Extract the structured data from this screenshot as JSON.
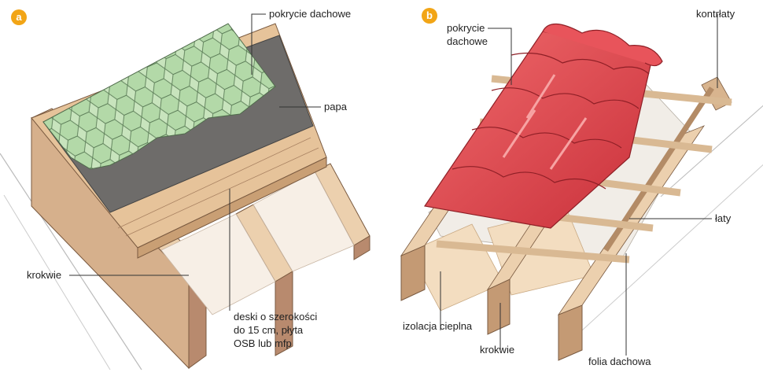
{
  "panel_a": {
    "badge": "a",
    "labels": {
      "roof_covering": "pokrycie dachowe",
      "felt": "papa",
      "rafters": "krokwie",
      "boards_line1": "deski o szerokości",
      "boards_line2": "do 15 cm, płyta",
      "boards_line3": "OSB lub mfp"
    }
  },
  "panel_b": {
    "badge": "b",
    "labels": {
      "roof_covering_line1": "pokrycie",
      "roof_covering_line2": "dachowe",
      "counter_battens": "kontrłaty",
      "battens": "łaty",
      "insulation": "izolacja cieplna",
      "rafters": "krokwie",
      "roof_foil": "folia dachowa"
    }
  },
  "colors": {
    "badge": "#f2a516",
    "shingle_green": "#b9dcb0",
    "felt_gray": "#6e6c6a",
    "board_wood": "#e6c39a",
    "rafter_side": "#b88a6e",
    "tile_red": "#e2424a",
    "insulation": "#f3ddc0",
    "leader_line": "#333333"
  }
}
